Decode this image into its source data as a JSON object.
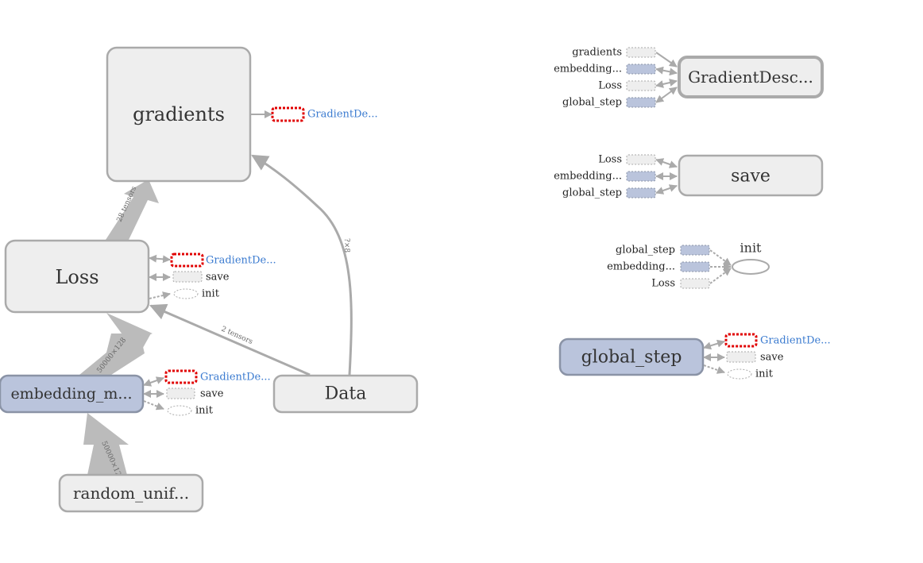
{
  "colors": {
    "node_gray_fill": "#eeeeee",
    "node_gray_stroke": "#aaaaaa",
    "node_blue_fill": "#bac4dc",
    "node_blue_stroke": "#8a93a6",
    "edge": "#aaaaaa",
    "highlight": "#e00000",
    "link_text": "#3b7bd0"
  },
  "main_graph": {
    "nodes": {
      "gradients": "gradients",
      "loss": "Loss",
      "embedding": "embedding_m...",
      "data": "Data",
      "random": "random_unif..."
    },
    "edge_labels": {
      "loss_to_gradients": "28 tensors",
      "embedding_to_loss": "50000×128",
      "random_to_embedding": "50000×128",
      "data_to_loss": "2 tensors",
      "data_to_gradients": "?×8"
    },
    "aux": {
      "gradients_out": "GradientDe...",
      "loss_grad": "GradientDe...",
      "loss_save": "save",
      "loss_init": "init",
      "emb_grad": "GradientDe...",
      "emb_save": "save",
      "emb_init": "init"
    }
  },
  "aux_graphs": {
    "gradient_descent": {
      "title": "GradientDesc...",
      "inputs": [
        "gradients",
        "embedding...",
        "Loss",
        "global_step"
      ]
    },
    "save": {
      "title": "save",
      "inputs": [
        "Loss",
        "embedding...",
        "global_step"
      ]
    },
    "init": {
      "title": "init",
      "inputs": [
        "global_step",
        "embedding...",
        "Loss"
      ]
    },
    "global_step": {
      "title": "global_step",
      "outputs": [
        "GradientDe...",
        "save",
        "init"
      ]
    }
  }
}
